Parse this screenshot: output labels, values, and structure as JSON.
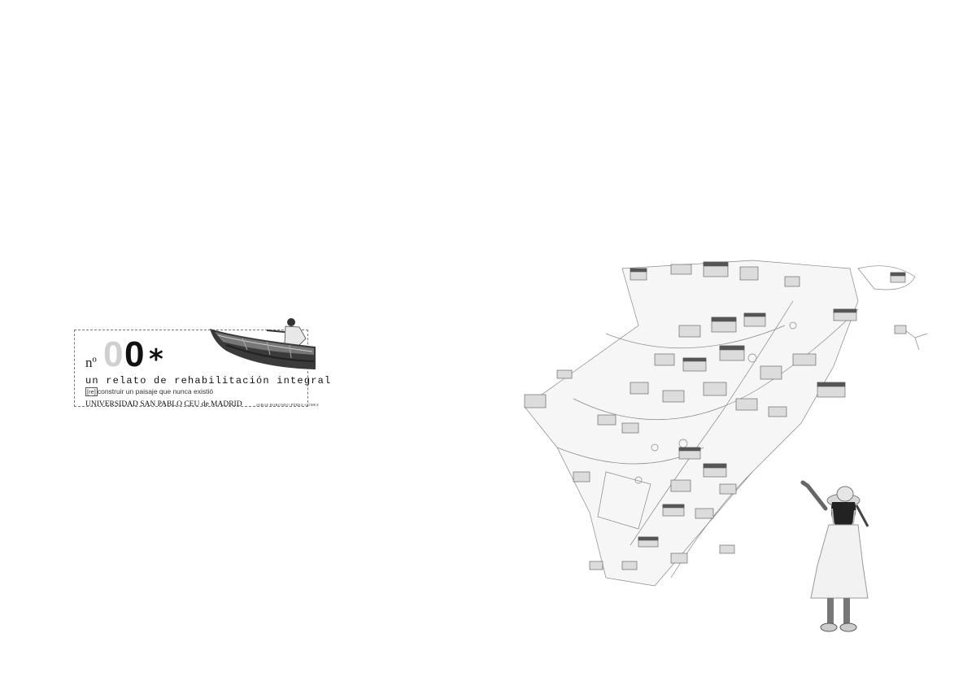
{
  "card": {
    "number_prefix": "nº",
    "number_digit_light": "0",
    "number_digit_dark": "0",
    "number_symbol": "*",
    "subtitle": "un relato de rehabilitación integral",
    "tagline_bracket": "[re]",
    "tagline_rest": "construir un paisaje que nunca existió",
    "university": "UNIVERSIDAD SAN PABLO CEU de MADRID",
    "author": ". JORGE BORONDO PÉREZ-GÓMEZ"
  },
  "images": {
    "boat": "boat-photo",
    "city": "axonometric-town-model",
    "girl": "child-pointing-figure"
  },
  "colors": {
    "background": "#ffffff",
    "ink": "#111111",
    "light_digit": "#cfcfcf"
  }
}
